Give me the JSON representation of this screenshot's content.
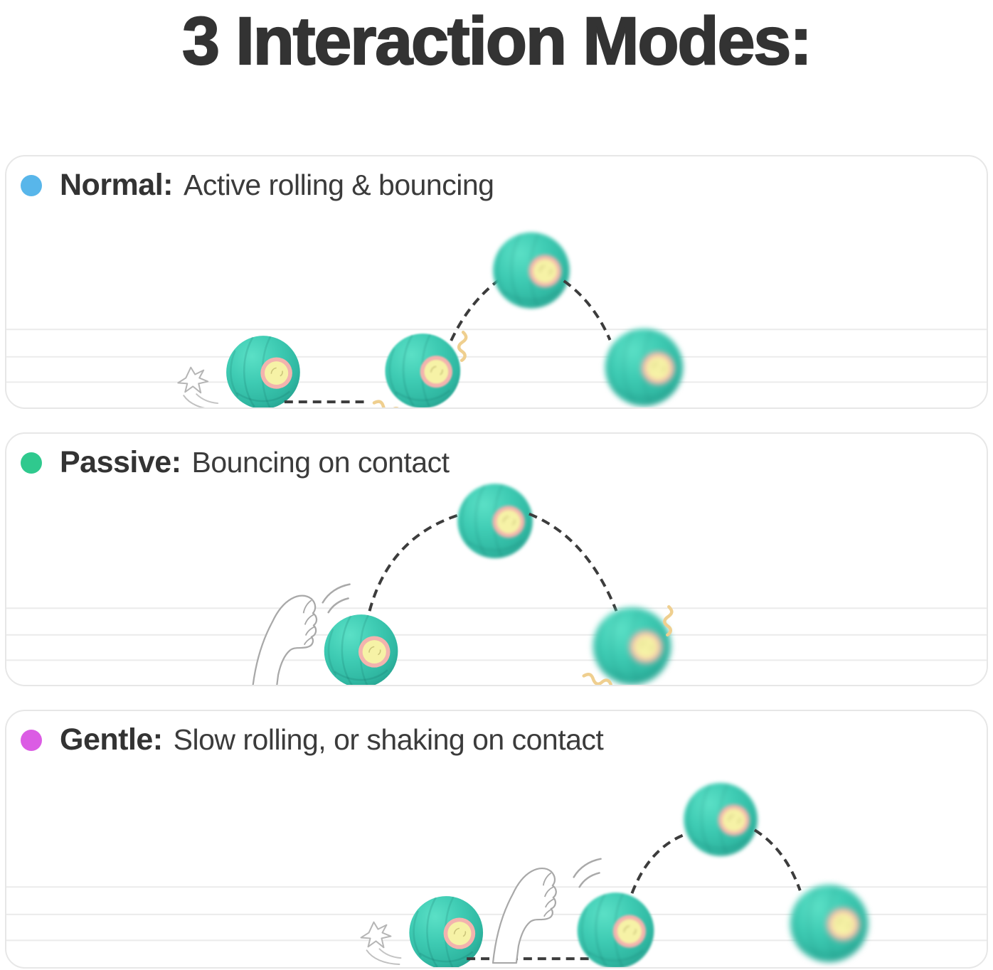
{
  "title": "3 Interaction Modes:",
  "modes": [
    {
      "id": "normal",
      "label": "Normal:",
      "description": "Active rolling & bouncing",
      "dot_color": "#58b6ea"
    },
    {
      "id": "passive",
      "label": "Passive:",
      "description": "Bouncing on contact",
      "dot_color": "#2fc98e"
    },
    {
      "id": "gentle",
      "label": "Gentle:",
      "description": "Slow rolling, or shaking on contact",
      "dot_color": "#db5ce4"
    }
  ],
  "colors": {
    "title_text": "#333333",
    "label_text": "#333333",
    "description_text": "#3b3b3b",
    "panel_border": "#e7e7e7",
    "panel_bg": "#ffffff",
    "page_bg": "#ffffff",
    "ball_teal": "#3ecbb3",
    "ball_ring": "#f3b3ae",
    "ball_center": "#f6f2a6",
    "trajectory_dash": "#3c3c3c",
    "floor_line": "#ebebeb",
    "squiggle": "#efcf8f",
    "paw_outline": "#a8a8a8"
  },
  "icons": {
    "pet-ball-icon": "teal smart ball with pink-ringed yellow light window",
    "cat-paw-icon": "white outlined cat paw reaching up",
    "swipe-burst-icon": "paw splat with motion swoosh",
    "squiggle-icon": "yellow vibration zigzag",
    "trajectory-arc": "black dashed bounce path",
    "floor-line": "light gray ground line"
  }
}
